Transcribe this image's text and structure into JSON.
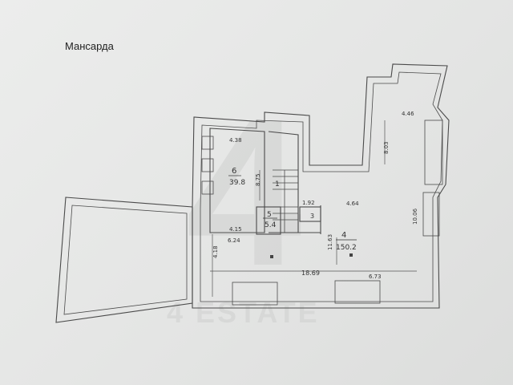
{
  "title": "Мансарда",
  "rooms": {
    "r6": {
      "number": "6",
      "area": "39.8"
    },
    "r5": {
      "number": "5",
      "area": "5.4"
    },
    "r4": {
      "number": "4",
      "area": "150.2"
    },
    "r1": {
      "number": "1"
    },
    "r3": {
      "number": "3"
    }
  },
  "dimensions": {
    "d1": "4.38",
    "d2": "8.75",
    "d3": "4.15",
    "d4": "6.24",
    "d5": "4.18",
    "d6": "1.92",
    "d7": "4.46",
    "d8": "8.03",
    "d9": "4.64",
    "d10": "10.06",
    "d11": "11.63",
    "d12": "18.69",
    "d13": "6.73"
  },
  "watermark": {
    "text": "4 ESTATE",
    "logo_glyph": "4"
  }
}
